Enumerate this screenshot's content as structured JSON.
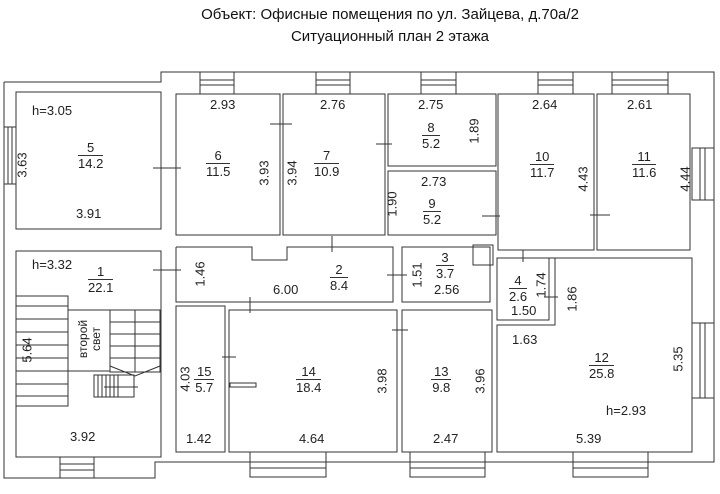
{
  "header": {
    "title": "Объект: Офисные помещения по ул. Зайцева, д.70а/2",
    "subtitle": "Ситуационный план 2 этажа"
  },
  "rooms": [
    {
      "num": "1",
      "area": "22.1"
    },
    {
      "num": "2",
      "area": "8.4"
    },
    {
      "num": "3",
      "area": "3.7"
    },
    {
      "num": "4",
      "area": "2.6"
    },
    {
      "num": "5",
      "area": "14.2"
    },
    {
      "num": "6",
      "area": "11.5"
    },
    {
      "num": "7",
      "area": "10.9"
    },
    {
      "num": "8",
      "area": "5.2"
    },
    {
      "num": "9",
      "area": "5.2"
    },
    {
      "num": "10",
      "area": "11.7"
    },
    {
      "num": "11",
      "area": "11.6"
    },
    {
      "num": "12",
      "area": "25.8"
    },
    {
      "num": "13",
      "area": "9.8"
    },
    {
      "num": "14",
      "area": "18.4"
    },
    {
      "num": "15",
      "area": "5.7"
    }
  ],
  "heights": {
    "room5": "h=3.05",
    "room1": "h=3.32",
    "room12": "h=2.93"
  },
  "dimensions": {
    "r5_h": "3.63",
    "r5_w": "3.91",
    "r6_w": "2.93",
    "r6_h": "3.93",
    "r7_w": "2.76",
    "r7_h": "3.94",
    "r8_w": "2.75",
    "r8_h": "1.89",
    "r9_w": "2.73",
    "r9_h": "1.90",
    "r10_w": "2.64",
    "r10_h": "4.43",
    "r11_w": "2.61",
    "r11_h": "4.44",
    "r1_h": "5.64",
    "r1_w": "3.92",
    "r2_h": "1.46",
    "r2_w": "6.00",
    "r3_h": "1.51",
    "r3_w": "2.56",
    "r4_h": "1.74",
    "r4_w": "1.50",
    "r12_a": "1.86",
    "r12_b": "1.63",
    "r12_h": "5.35",
    "r12_w": "5.39",
    "r15_h": "4.03",
    "r15_w": "1.42",
    "r14_h": "3.98",
    "r14_w": "4.64",
    "r13_h": "3.96",
    "r13_w": "2.47"
  },
  "annotations": {
    "second_light_line1": "второй",
    "second_light_line2": "свет"
  }
}
